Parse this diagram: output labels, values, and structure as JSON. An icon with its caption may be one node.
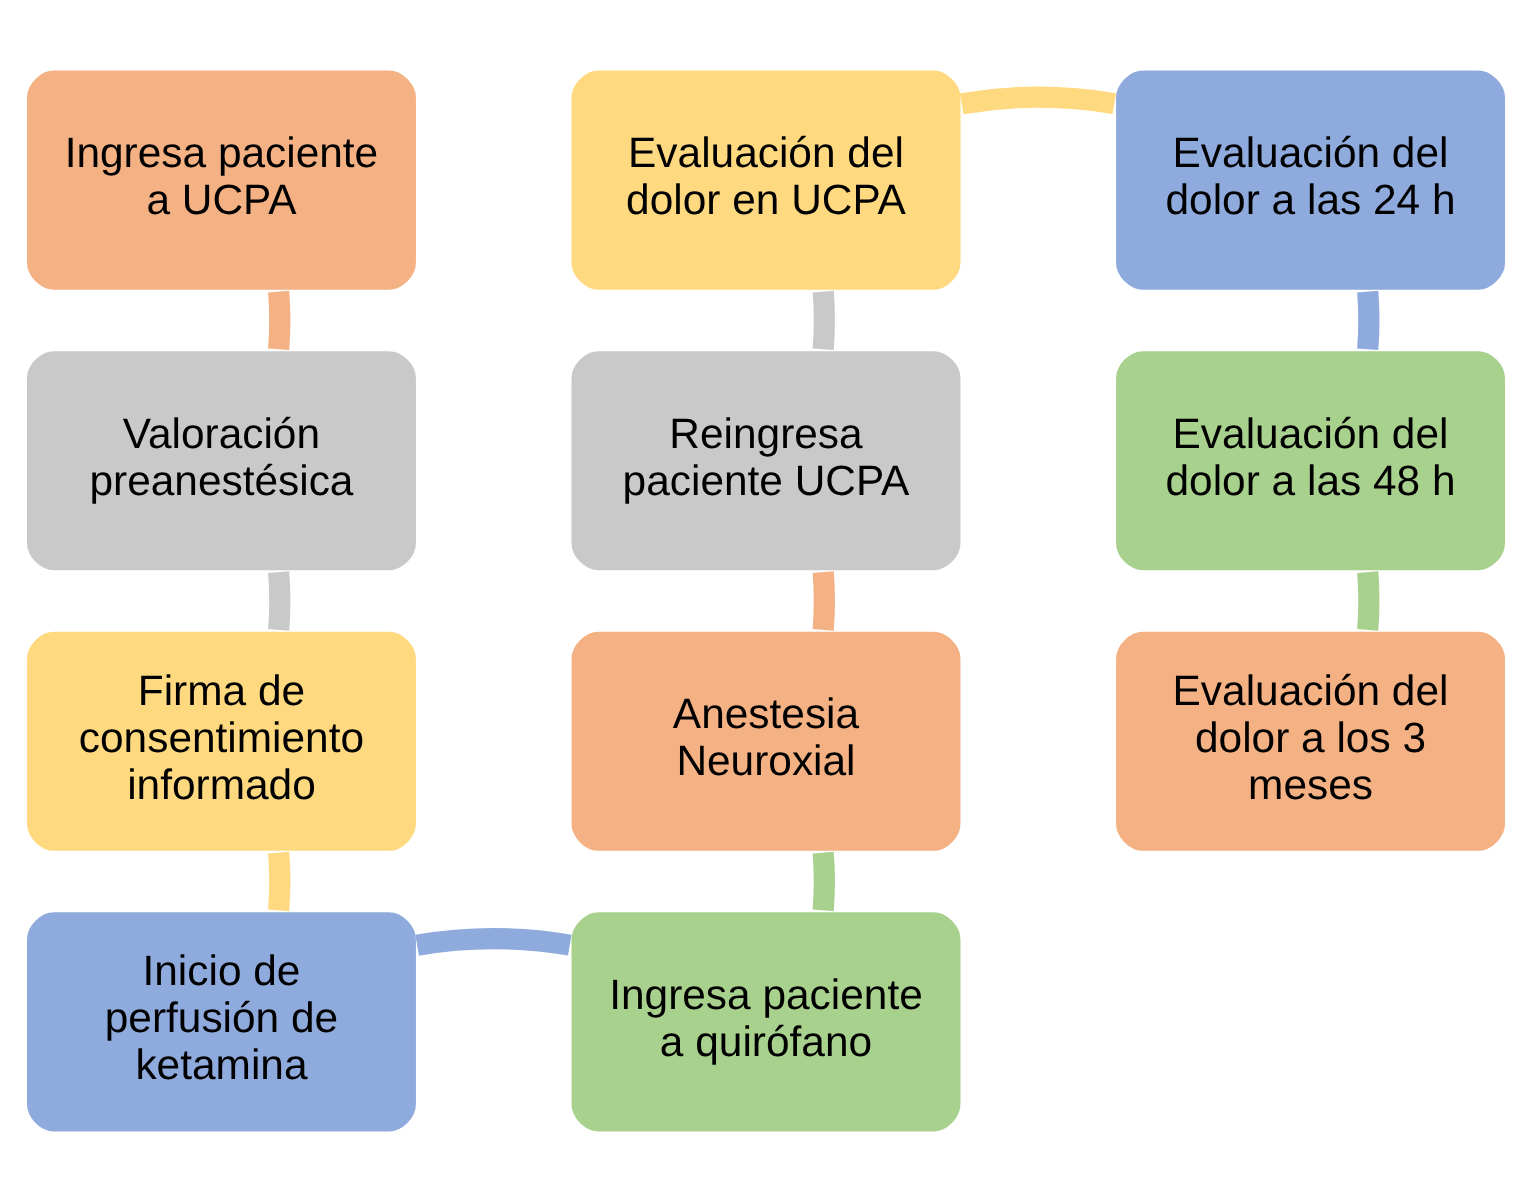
{
  "diagram": {
    "nodes": [
      {
        "text": [
          "Ingresa paciente a UCPA"
        ]
      },
      {
        "text": [
          "Valoración preanestésica"
        ]
      },
      {
        "text": [
          "Firma de consentimiento informado"
        ]
      },
      {
        "text": [
          "Inicio de perfusión de ketamina"
        ]
      },
      {
        "text": [
          "Ingresa paciente a quirófano"
        ]
      },
      {
        "text": [
          "Anestesia Neuroxial"
        ]
      },
      {
        "text": [
          "Reingresa paciente UCPA"
        ]
      },
      {
        "text": [
          "Evaluación del dolor en UCPA"
        ]
      },
      {
        "text": [
          "Evaluación del dolor a las 24 h"
        ]
      },
      {
        "text": [
          "Evaluación del dolor a las 48 h"
        ]
      },
      {
        "text": [
          "Evaluación del dolor a los 3 meses"
        ]
      }
    ],
    "edges": [
      {
        "from": 0,
        "to": 1,
        "arrow": "none",
        "color": "#f4b183"
      },
      {
        "from": 1,
        "to": 2,
        "arrow": "none",
        "color": "#c9c9c9"
      },
      {
        "from": 2,
        "to": 3,
        "arrow": "none",
        "color": "#ffd97f"
      },
      {
        "from": 3,
        "to": 4,
        "arrow": "none",
        "color": "#8faadc"
      },
      {
        "from": 4,
        "to": 5,
        "arrow": "none",
        "color": "#a9d18e"
      },
      {
        "from": 5,
        "to": 6,
        "arrow": "none",
        "color": "#f4b183"
      },
      {
        "from": 6,
        "to": 7,
        "arrow": "none",
        "color": "#c9c9c9"
      },
      {
        "from": 7,
        "to": 8,
        "arrow": "none",
        "color": "#ffd97f"
      },
      {
        "from": 8,
        "to": 9,
        "arrow": "none",
        "color": "#8faadc"
      },
      {
        "from": 9,
        "to": 10,
        "arrow": "none",
        "color": "#a9d18e"
      }
    ]
  }
}
